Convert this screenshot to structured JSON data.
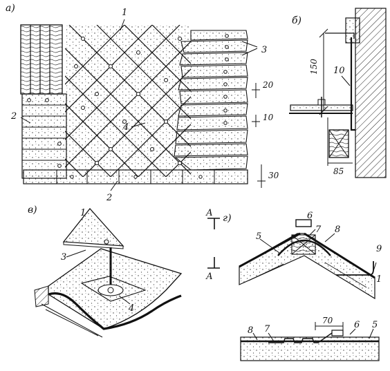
{
  "panels": {
    "a": {
      "label": "а)",
      "callouts": [
        "1",
        "2",
        "2",
        "3",
        "4"
      ],
      "dims": [
        "20",
        "10",
        "30"
      ]
    },
    "b": {
      "label": "б)",
      "callouts": [
        "10"
      ],
      "dims": [
        "150",
        "85"
      ]
    },
    "v": {
      "label": "в)",
      "callouts": [
        "1",
        "3",
        "4"
      ]
    },
    "g": {
      "label": "г)",
      "callouts": [
        "5",
        "6",
        "7",
        "8",
        "9",
        "1",
        "8",
        "7",
        "6",
        "5"
      ],
      "dims": [
        "70"
      ],
      "section_marks": [
        "А",
        "А"
      ]
    }
  }
}
